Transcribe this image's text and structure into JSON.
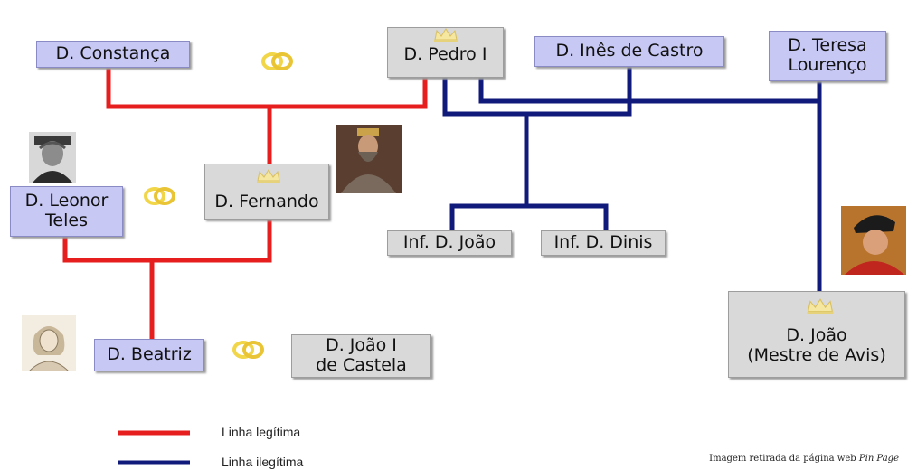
{
  "nodes": {
    "d_constanca": "D. Constança",
    "d_pedro_i": "D. Pedro I",
    "d_ines_de_castro": "D. Inês de Castro",
    "d_teresa_lourenco_1": "D. Teresa",
    "d_teresa_lourenco_2": "Lourenço",
    "d_fernando": "D. Fernando",
    "d_leonor_teles_1": "D. Leonor",
    "d_leonor_teles_2": "Teles",
    "inf_d_joao": "Inf. D. João",
    "inf_d_dinis": "Inf. D. Dinis",
    "d_beatriz": "D. Beatriz",
    "d_joao_i_castela_1": "D. João I",
    "d_joao_i_castela_2": "de Castela",
    "d_joao_avis_1": "D. João",
    "d_joao_avis_2": "(Mestre de Avis)"
  },
  "legend": {
    "legitimate": "Linha legítima",
    "illegitimate": "Linha ilegítima",
    "legitimate_color": "#e61e1e",
    "illegitimate_color": "#101a7a"
  },
  "caption": {
    "prefix": "Imagem retirada da página web",
    "source": "Pin Page"
  },
  "icons": [
    "crown-icon",
    "wedding-rings-icon",
    "portrait-icon"
  ]
}
